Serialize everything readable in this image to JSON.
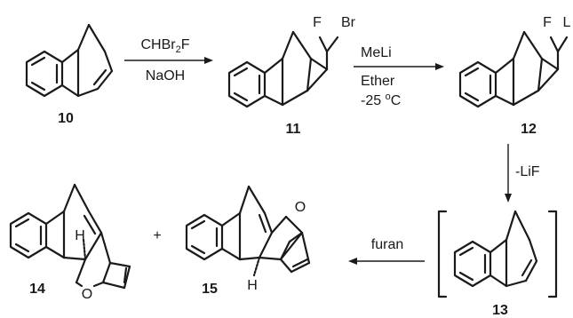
{
  "compounds": {
    "c10": {
      "number": "10"
    },
    "c11": {
      "number": "11",
      "atom_f": "F",
      "atom_br": "Br"
    },
    "c12": {
      "number": "12",
      "atom_f": "F",
      "atom_l": "L"
    },
    "c13": {
      "number": "13"
    },
    "c14": {
      "number": "14",
      "atom_h": "H",
      "atom_o": "O"
    },
    "c15": {
      "number": "15",
      "atom_h": "H",
      "atom_o": "O"
    }
  },
  "arrows": {
    "a1": {
      "reagent_top_main": "CHBr",
      "reagent_top_sub": "2",
      "reagent_top_tail": "F",
      "reagent_bottom": "NaOH"
    },
    "a2": {
      "reagent_top": "MeLi",
      "reagent_mid": "Ether",
      "reagent_bottom_temp": "-25 ",
      "reagent_bottom_deg": "o",
      "reagent_bottom_unit": "C"
    },
    "a3": {
      "reagent": "-LiF"
    },
    "a4": {
      "reagent": "furan"
    }
  },
  "plus_sign": "+"
}
